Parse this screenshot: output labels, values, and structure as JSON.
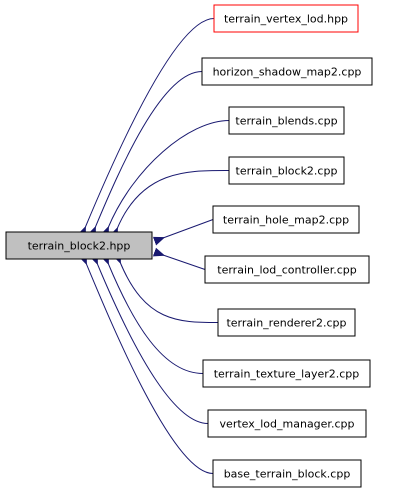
{
  "graph": {
    "root": {
      "label": "terrain_block2.hpp",
      "fill": "#c0c0c0",
      "border": "#000000"
    },
    "edge_color": "#191970",
    "nodes": [
      {
        "label": "terrain_vertex_lod.hpp",
        "border": "#ff0000",
        "fill": "#ffffff"
      },
      {
        "label": "horizon_shadow_map2.cpp",
        "border": "#000000",
        "fill": "#ffffff"
      },
      {
        "label": "terrain_blends.cpp",
        "border": "#000000",
        "fill": "#ffffff"
      },
      {
        "label": "terrain_block2.cpp",
        "border": "#000000",
        "fill": "#ffffff"
      },
      {
        "label": "terrain_hole_map2.cpp",
        "border": "#000000",
        "fill": "#ffffff"
      },
      {
        "label": "terrain_lod_controller.cpp",
        "border": "#000000",
        "fill": "#ffffff"
      },
      {
        "label": "terrain_renderer2.cpp",
        "border": "#000000",
        "fill": "#ffffff"
      },
      {
        "label": "terrain_texture_layer2.cpp",
        "border": "#000000",
        "fill": "#ffffff"
      },
      {
        "label": "vertex_lod_manager.cpp",
        "border": "#000000",
        "fill": "#ffffff"
      },
      {
        "label": "base_terrain_block.cpp",
        "border": "#000000",
        "fill": "#ffffff"
      }
    ]
  }
}
